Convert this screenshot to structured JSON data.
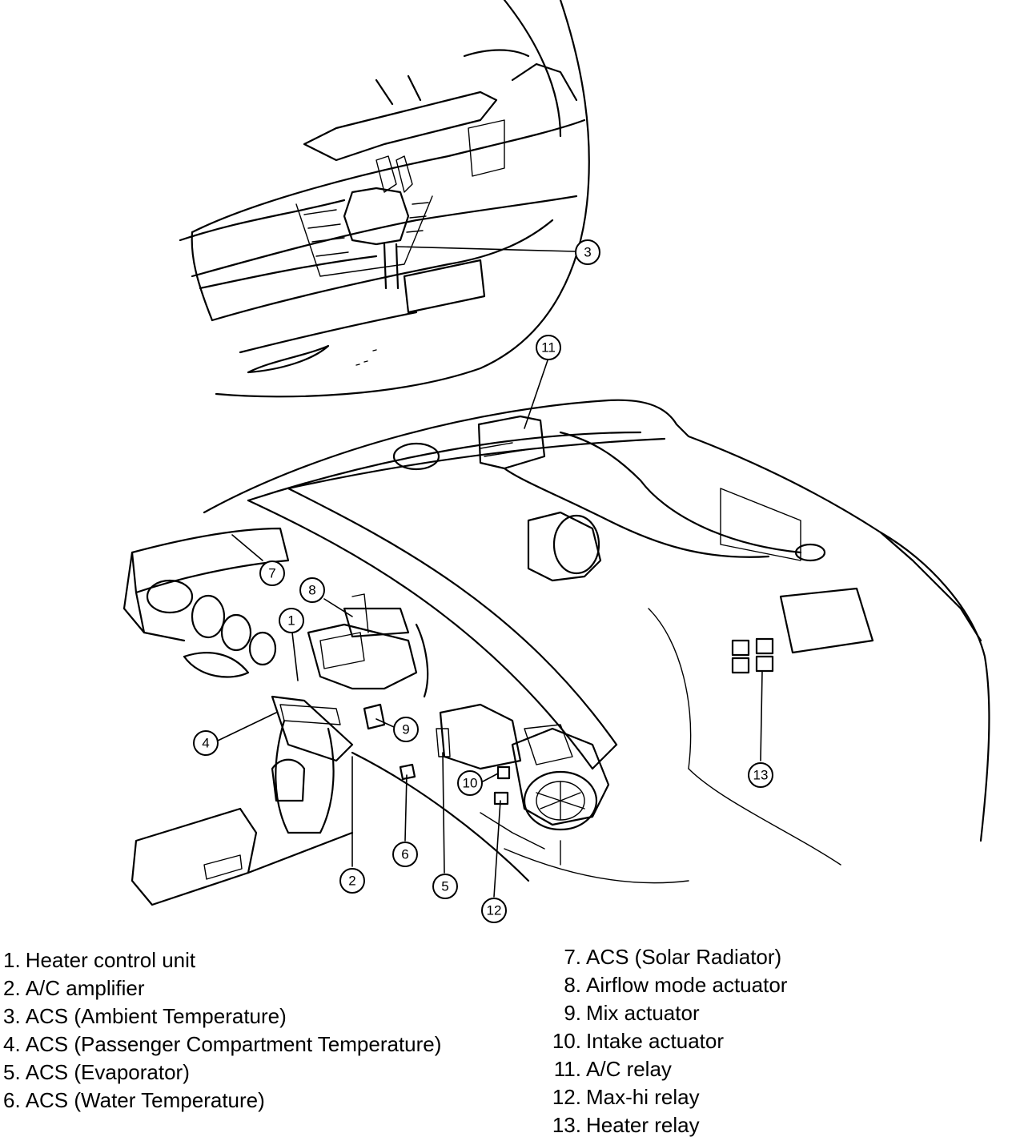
{
  "callouts": [
    {
      "id": "1",
      "label": "1"
    },
    {
      "id": "2",
      "label": "2"
    },
    {
      "id": "3",
      "label": "3"
    },
    {
      "id": "4",
      "label": "4"
    },
    {
      "id": "5",
      "label": "5"
    },
    {
      "id": "6",
      "label": "6"
    },
    {
      "id": "7",
      "label": "7"
    },
    {
      "id": "8",
      "label": "8"
    },
    {
      "id": "9",
      "label": "9"
    },
    {
      "id": "10",
      "label": "10"
    },
    {
      "id": "11",
      "label": "11"
    },
    {
      "id": "12",
      "label": "12"
    },
    {
      "id": "13",
      "label": "13"
    }
  ],
  "legend_left": [
    {
      "num": "1.",
      "text": "Heater control unit"
    },
    {
      "num": "2.",
      "text": "A/C amplifier"
    },
    {
      "num": "3.",
      "text": "ACS (Ambient Temperature)"
    },
    {
      "num": "4.",
      "text": "ACS (Passenger Compartment Temperature)"
    },
    {
      "num": "5.",
      "text": "ACS (Evaporator)"
    },
    {
      "num": "6.",
      "text": "ACS (Water Temperature)"
    }
  ],
  "legend_right": [
    {
      "num": "7.",
      "text": "ACS (Solar Radiator)"
    },
    {
      "num": "8.",
      "text": "Airflow mode actuator"
    },
    {
      "num": "9.",
      "text": "Mix actuator"
    },
    {
      "num": "10.",
      "text": "Intake actuator"
    },
    {
      "num": "11.",
      "text": "A/C relay"
    },
    {
      "num": "12.",
      "text": "Max-hi relay"
    },
    {
      "num": "13.",
      "text": "Heater relay"
    }
  ]
}
